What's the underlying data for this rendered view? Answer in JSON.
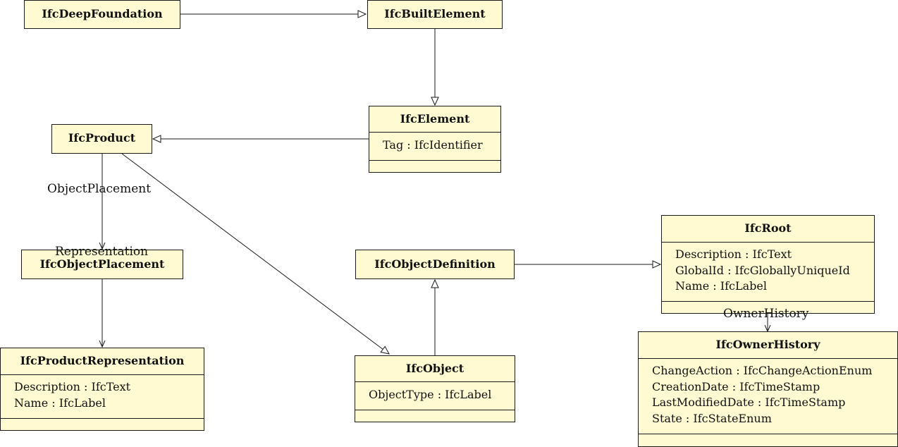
{
  "classes": {
    "deep_foundation": {
      "name": "IfcDeepFoundation"
    },
    "built_element": {
      "name": "IfcBuiltElement"
    },
    "element": {
      "name": "IfcElement",
      "attributes": [
        "Tag : IfcIdentifier"
      ]
    },
    "product": {
      "name": "IfcProduct"
    },
    "object_placement": {
      "name": "IfcObjectPlacement"
    },
    "product_representation": {
      "name": "IfcProductRepresentation",
      "attributes": [
        "Description : IfcText",
        "Name : IfcLabel"
      ]
    },
    "object_definition": {
      "name": "IfcObjectDefinition"
    },
    "object": {
      "name": "IfcObject",
      "attributes": [
        "ObjectType : IfcLabel"
      ]
    },
    "root": {
      "name": "IfcRoot",
      "attributes": [
        "Description : IfcText",
        "GlobalId : IfcGloballyUniqueId",
        "Name : IfcLabel"
      ]
    },
    "owner_history": {
      "name": "IfcOwnerHistory",
      "attributes": [
        "ChangeAction : IfcChangeActionEnum",
        "CreationDate : IfcTimeStamp",
        "LastModifiedDate : IfcTimeStamp",
        "State : IfcStateEnum"
      ]
    }
  },
  "associations": {
    "object_placement": "ObjectPlacement",
    "representation": "Representation",
    "owner_history": "OwnerHistory"
  }
}
